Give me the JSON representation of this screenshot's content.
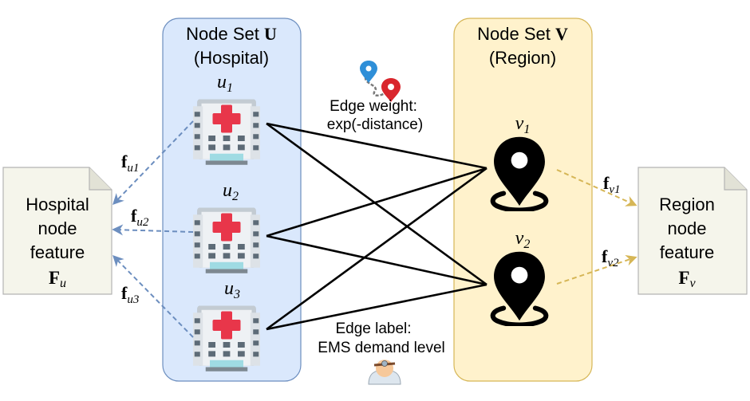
{
  "node_set_u": {
    "title_prefix": "Node Set ",
    "title_symbol": "U",
    "subtitle": "(Hospital)",
    "color": "#dae8fc"
  },
  "node_set_v": {
    "title_prefix": "Node Set ",
    "title_symbol": "V",
    "subtitle": "(Region)",
    "color": "#fff2cc"
  },
  "hospitals": [
    {
      "base": "u",
      "sub": "1"
    },
    {
      "base": "u",
      "sub": "2"
    },
    {
      "base": "u",
      "sub": "3"
    }
  ],
  "regions": [
    {
      "base": "v",
      "sub": "1"
    },
    {
      "base": "v",
      "sub": "2"
    }
  ],
  "hospital_feature_arrows": [
    {
      "base": "f",
      "sub": "u1"
    },
    {
      "base": "f",
      "sub": "u2"
    },
    {
      "base": "f",
      "sub": "u3"
    }
  ],
  "region_feature_arrows": [
    {
      "base": "f",
      "sub": "v1"
    },
    {
      "base": "f",
      "sub": "v2"
    }
  ],
  "hospital_feature_doc": {
    "line1": "Hospital",
    "line2": "node",
    "line3": "feature",
    "symbol_base": "F",
    "symbol_sub": "u"
  },
  "region_feature_doc": {
    "line1": "Region",
    "line2": "node",
    "line3": "feature",
    "symbol_base": "F",
    "symbol_sub": "v"
  },
  "edge_weight": {
    "line1": "Edge weight:",
    "line2": "exp(-distance)"
  },
  "edge_label": {
    "line1": "Edge label:",
    "line2": "EMS demand level"
  },
  "colors": {
    "hospital_arrow": "#6c8ebf",
    "region_arrow": "#d6b656",
    "edge": "#000000",
    "doc_fill": "#f5f5eb"
  },
  "icons": [
    "hospital-icon",
    "location-pin-icon",
    "route-map-icon",
    "doctor-icon"
  ]
}
